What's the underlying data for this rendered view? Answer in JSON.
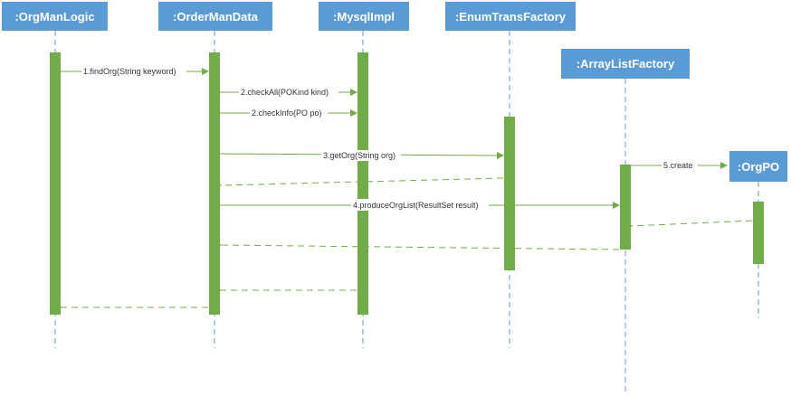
{
  "participants": [
    {
      "id": "orgmanlogic",
      "label": ":OrgManLogic"
    },
    {
      "id": "ordermandata",
      "label": ":OrderManData"
    },
    {
      "id": "mysqlimpl",
      "label": ":MysqlImpl"
    },
    {
      "id": "enumtransfactory",
      "label": ":EnumTransFactory"
    },
    {
      "id": "arraylistfactory",
      "label": ":ArrayListFactory"
    },
    {
      "id": "orgpo",
      "label": ":OrgPO"
    }
  ],
  "messages": [
    {
      "label": "1.findOrg(String keyword)"
    },
    {
      "label": "2.checkAll(POKind kind)"
    },
    {
      "label": "2.checkInfo(PO po)"
    },
    {
      "label": "3.getOrg(String org)"
    },
    {
      "label": "4.produceOrgList(ResultSet result)"
    },
    {
      "label": "5.create"
    }
  ],
  "colors": {
    "header": "#5B9BD5",
    "activation": "#70AD47",
    "lifeline": "#5B9BD5",
    "arrow": "#70AD47"
  }
}
